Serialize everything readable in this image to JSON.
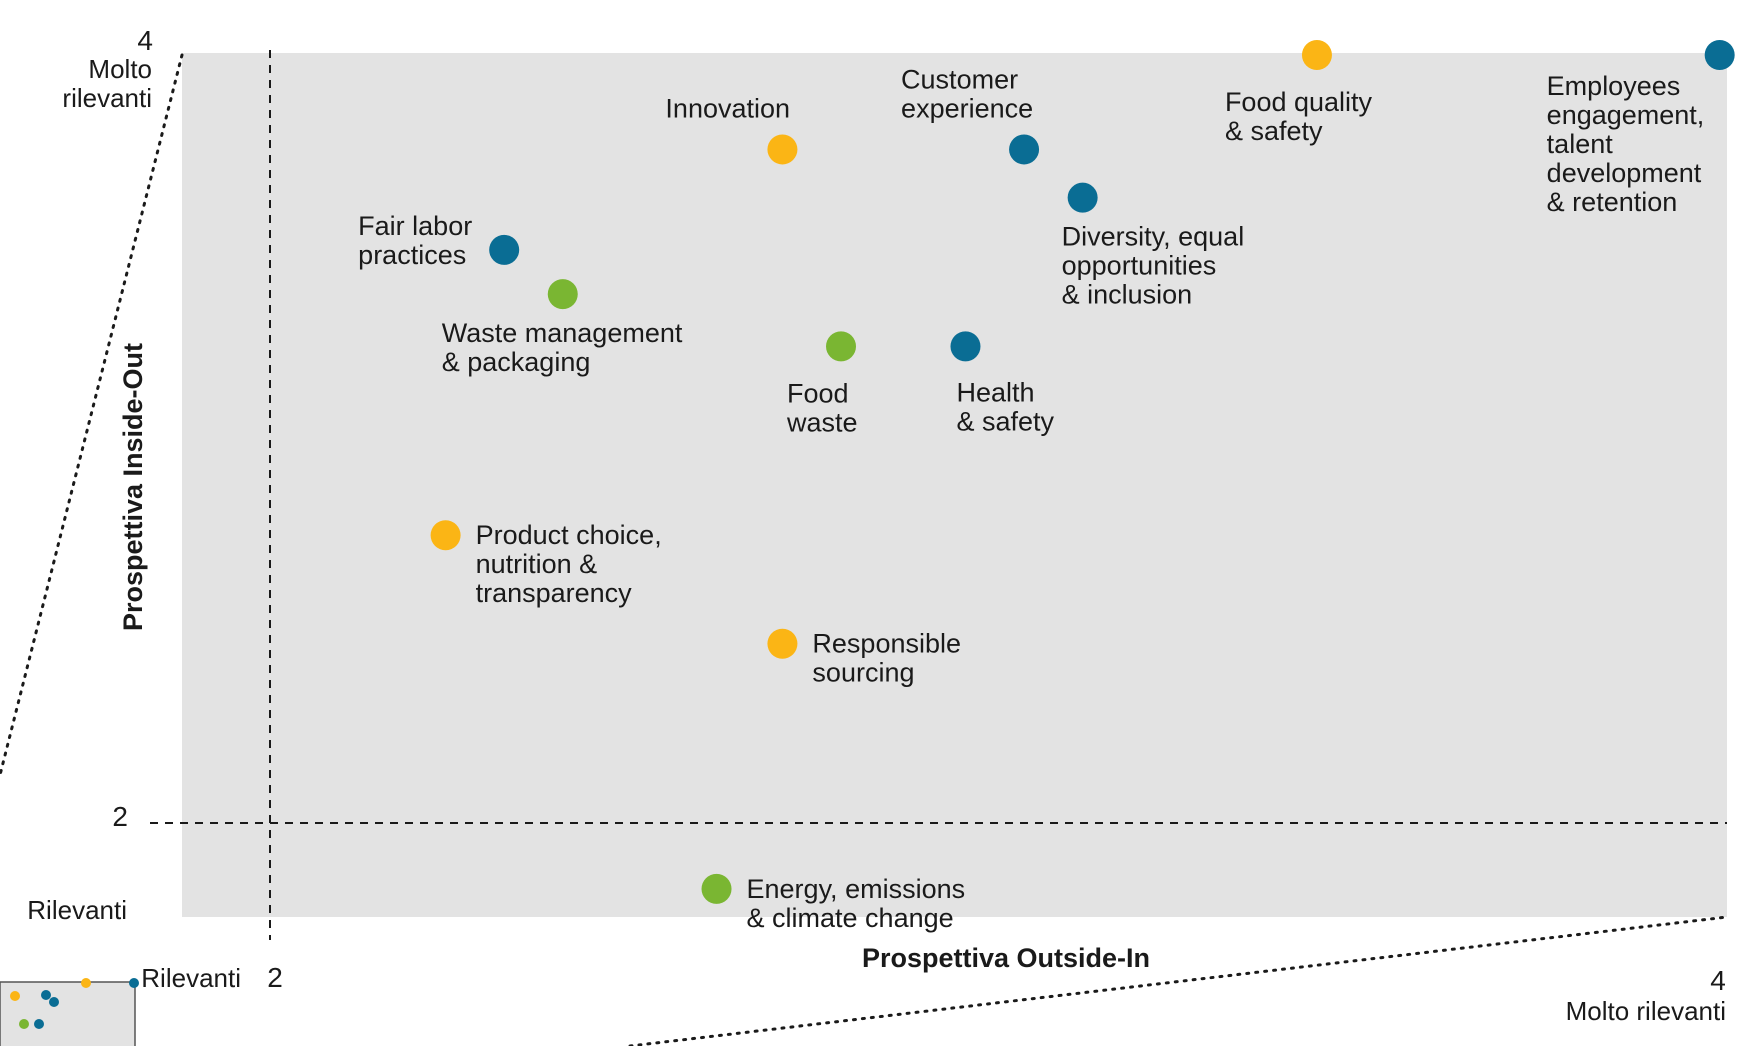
{
  "chart_data": {
    "type": "scatter",
    "xlabel": "Prospettiva Outside-In",
    "ylabel": "Prospettiva Inside-Out",
    "xlim": [
      1.9,
      4.01
    ],
    "ylim": [
      1.85,
      4.0
    ],
    "x_ticks": [
      {
        "value": 2,
        "label": "2"
      },
      {
        "value": 4,
        "label": "4"
      }
    ],
    "y_ticks": [
      {
        "value": 2,
        "label": "2"
      },
      {
        "value": 4,
        "label": "4"
      }
    ],
    "x_scale_labels": {
      "low": "Rilevanti",
      "high": "Molto rilevanti"
    },
    "y_scale_labels": {
      "low": "Rilevanti",
      "high_line1": "Molto",
      "high_line2": "rilevanti"
    },
    "threshold": {
      "x": 2,
      "y": 2
    },
    "colors": {
      "yellow": "#fbb515",
      "blue": "#0a6d94",
      "green": "#7ab632",
      "panel": "#e3e3e3"
    },
    "points": [
      {
        "label": [
          "Employees",
          "engagement,",
          "talent",
          "development",
          "& retention"
        ],
        "x": 4.0,
        "y": 3.995,
        "color": "blue",
        "anchor": "below-left"
      },
      {
        "label": [
          "Food quality",
          "& safety"
        ],
        "x": 3.45,
        "y": 3.995,
        "color": "yellow",
        "anchor": "below-left"
      },
      {
        "label": [
          "Customer",
          "experience"
        ],
        "x": 3.05,
        "y": 3.76,
        "color": "blue",
        "anchor": "above-left"
      },
      {
        "label": [
          "Innovation"
        ],
        "x": 2.72,
        "y": 3.76,
        "color": "yellow",
        "anchor": "above-left"
      },
      {
        "label": [
          "Diversity, equal",
          "opportunities",
          "& inclusion"
        ],
        "x": 3.13,
        "y": 3.64,
        "color": "blue",
        "anchor": "below-left"
      },
      {
        "label": [
          "Fair labor",
          "practices"
        ],
        "x": 2.34,
        "y": 3.51,
        "color": "blue",
        "anchor": "left"
      },
      {
        "label": [
          "Waste management",
          "& packaging"
        ],
        "x": 2.42,
        "y": 3.4,
        "color": "green",
        "anchor": "below-left"
      },
      {
        "label": [
          "Food",
          "waste"
        ],
        "x": 2.8,
        "y": 3.27,
        "color": "green",
        "anchor": "below-left"
      },
      {
        "label": [
          "Health",
          "& safety"
        ],
        "x": 2.97,
        "y": 3.27,
        "color": "blue",
        "anchor": "below-right"
      },
      {
        "label": [
          "Product choice,",
          "nutrition &",
          "transparency"
        ],
        "x": 2.26,
        "y": 2.8,
        "color": "yellow",
        "anchor": "right"
      },
      {
        "label": [
          "Responsible",
          "sourcing"
        ],
        "x": 2.72,
        "y": 2.53,
        "color": "yellow",
        "anchor": "right"
      },
      {
        "label": [
          "Energy, emissions",
          "& climate change"
        ],
        "x": 2.63,
        "y": 1.92,
        "color": "green",
        "anchor": "right"
      }
    ]
  },
  "thumbnail": {
    "dots": [
      {
        "color": "yellow"
      },
      {
        "color": "blue"
      },
      {
        "color": "blue"
      },
      {
        "color": "yellow"
      },
      {
        "color": "blue"
      },
      {
        "color": "green"
      },
      {
        "color": "blue"
      }
    ]
  }
}
